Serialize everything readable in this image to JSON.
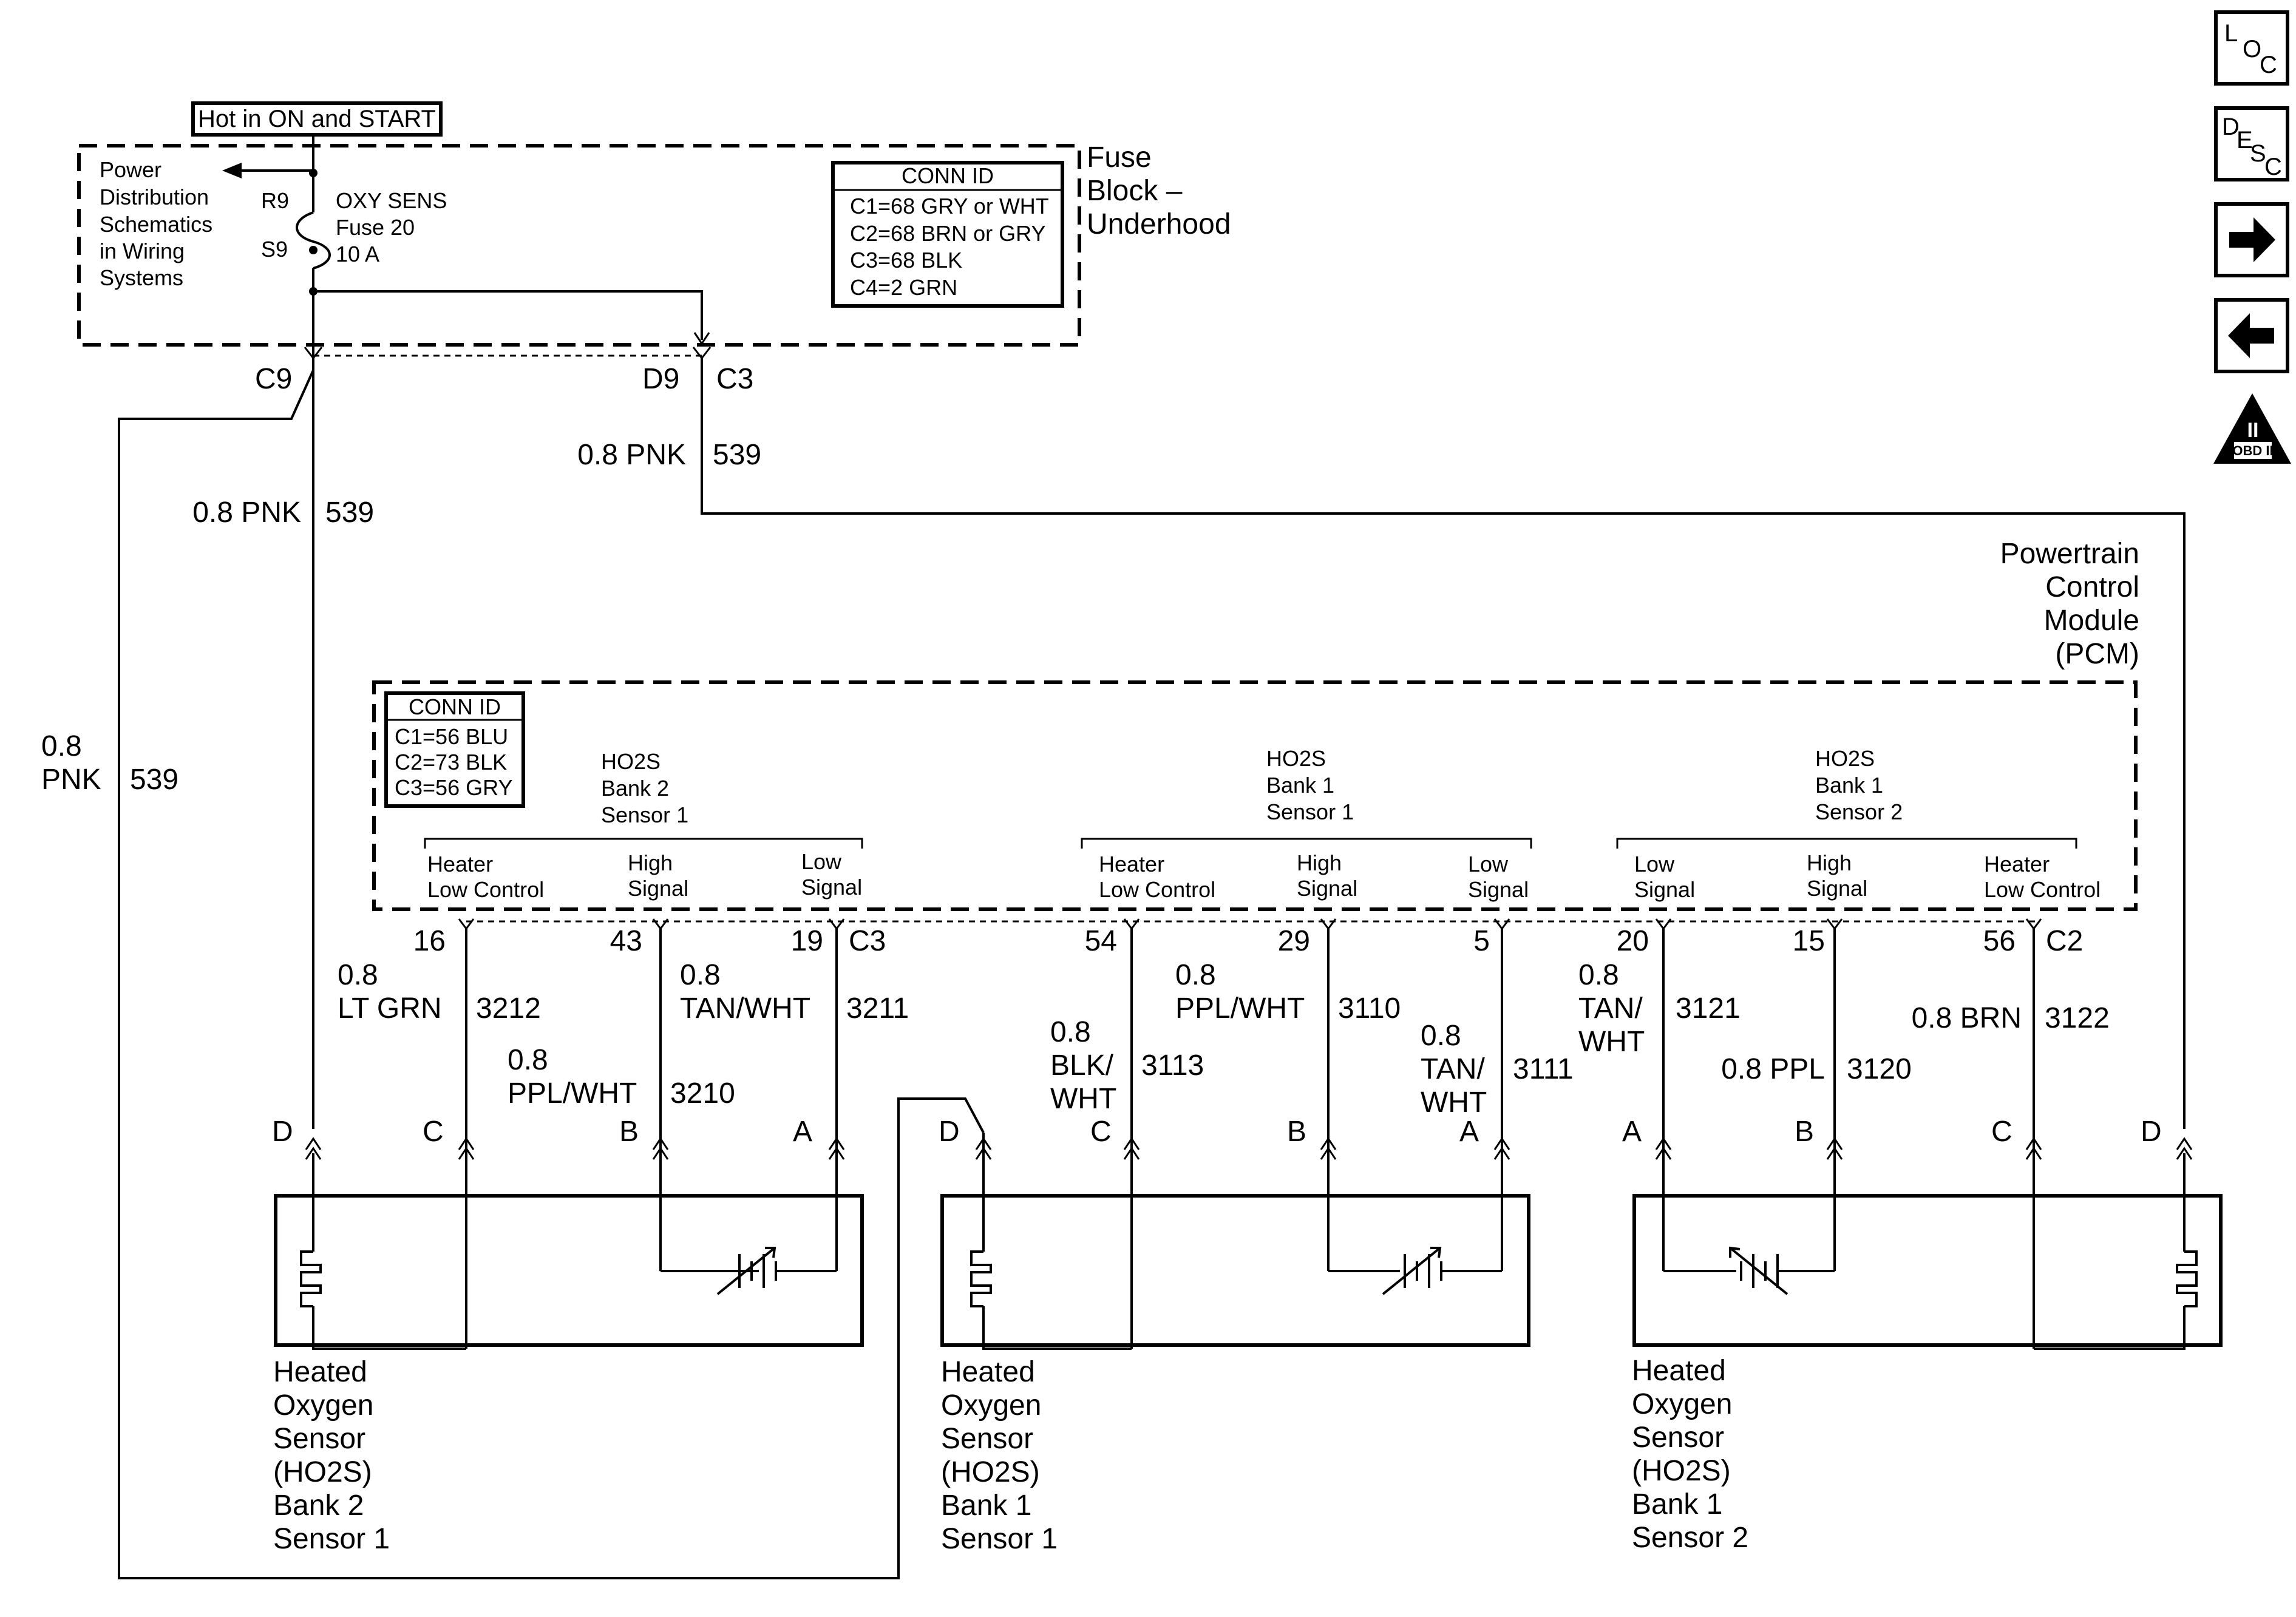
{
  "supply": {
    "hot_label": "Hot in ON and START",
    "power_dist": [
      "Power",
      "Distribution",
      "Schematics",
      "in Wiring",
      "Systems"
    ],
    "fuse_top_pin": "R9",
    "fuse_bottom_pin": "S9",
    "fuse_lines": [
      "OXY SENS",
      "Fuse 20",
      "10 A"
    ],
    "fuse_block_title": [
      "Fuse",
      "Block –",
      "Underhood"
    ],
    "conn_id": {
      "title": "CONN ID",
      "rows": [
        "C1=68 GRY or WHT",
        "C2=68 BRN or GRY",
        "C3=68 BLK",
        "C4=2 GRN"
      ]
    },
    "left_pins": "C9",
    "right_pins": [
      "D9",
      "C3"
    ]
  },
  "wires_539": [
    {
      "size_color": "0.8 PNK",
      "circuit": "539"
    },
    {
      "size_color": "0.8 PNK",
      "circuit": "539"
    },
    {
      "size_color": [
        "0.8",
        "PNK"
      ],
      "circuit": "539"
    }
  ],
  "pcm": {
    "title": [
      "Powertrain",
      "Control",
      "Module",
      "(PCM)"
    ],
    "conn_id": {
      "title": "CONN ID",
      "rows": [
        "C1=56 BLU",
        "C2=73 BLK",
        "C3=56 GRY"
      ]
    },
    "groups": [
      {
        "name": [
          "HO2S",
          "Bank 2",
          "Sensor 1"
        ],
        "signals": [
          [
            "Heater",
            "Low Control"
          ],
          [
            "High",
            "Signal"
          ],
          [
            "Low",
            "Signal"
          ]
        ],
        "pins": [
          "16",
          "43",
          "19"
        ],
        "connector": "C3"
      },
      {
        "name": [
          "HO2S",
          "Bank 1",
          "Sensor 1"
        ],
        "signals": [
          [
            "Heater",
            "Low Control"
          ],
          [
            "High",
            "Signal"
          ],
          [
            "Low",
            "Signal"
          ]
        ],
        "pins": [
          "54",
          "29",
          "5"
        ]
      },
      {
        "name": [
          "HO2S",
          "Bank 1",
          "Sensor 2"
        ],
        "signals": [
          [
            "Low",
            "Signal"
          ],
          [
            "High",
            "Signal"
          ],
          [
            "Heater",
            "Low Control"
          ]
        ],
        "pins": [
          "20",
          "15",
          "56"
        ],
        "connector": "C2"
      }
    ]
  },
  "signal_wires": [
    {
      "size": "0.8",
      "color": "LT GRN",
      "circuit": "3212"
    },
    {
      "size": "0.8",
      "color": "PPL/WHT",
      "circuit": "3210"
    },
    {
      "size": "0.8",
      "color": "TAN/WHT",
      "circuit": "3211"
    },
    {
      "size": "0.8",
      "color": [
        "BLK/",
        "WHT"
      ],
      "circuit": "3113"
    },
    {
      "size": "0.8",
      "color": "PPL/WHT",
      "circuit": "3110"
    },
    {
      "size": "0.8",
      "color": [
        "TAN/",
        "WHT"
      ],
      "circuit": "3111"
    },
    {
      "size": "0.8",
      "color": [
        "TAN/",
        "WHT"
      ],
      "circuit": "3121"
    },
    {
      "size_color": "0.8 PPL",
      "circuit": "3120"
    },
    {
      "size_color": "0.8 BRN",
      "circuit": "3122"
    }
  ],
  "sensors": [
    {
      "pins": [
        "D",
        "C",
        "B",
        "A"
      ],
      "label": [
        "Heated",
        "Oxygen",
        "Sensor",
        "(HO2S)",
        "Bank 2",
        "Sensor 1"
      ]
    },
    {
      "pins": [
        "D",
        "C",
        "B",
        "A"
      ],
      "label": [
        "Heated",
        "Oxygen",
        "Sensor",
        "(HO2S)",
        "Bank 1",
        "Sensor 1"
      ]
    },
    {
      "pins": [
        "A",
        "B",
        "C",
        "D"
      ],
      "label": [
        "Heated",
        "Oxygen",
        "Sensor",
        "(HO2S)",
        "Bank 1",
        "Sensor 2"
      ]
    }
  ],
  "nav": {
    "loc": [
      "L",
      "O",
      "C"
    ],
    "desc": [
      "D",
      "E",
      "S",
      "C"
    ],
    "obd": [
      "II",
      "OBD II"
    ],
    "icons": [
      "loc-icon",
      "desc-icon",
      "arrow-right-icon",
      "arrow-left-icon",
      "obd-ii-icon"
    ]
  }
}
